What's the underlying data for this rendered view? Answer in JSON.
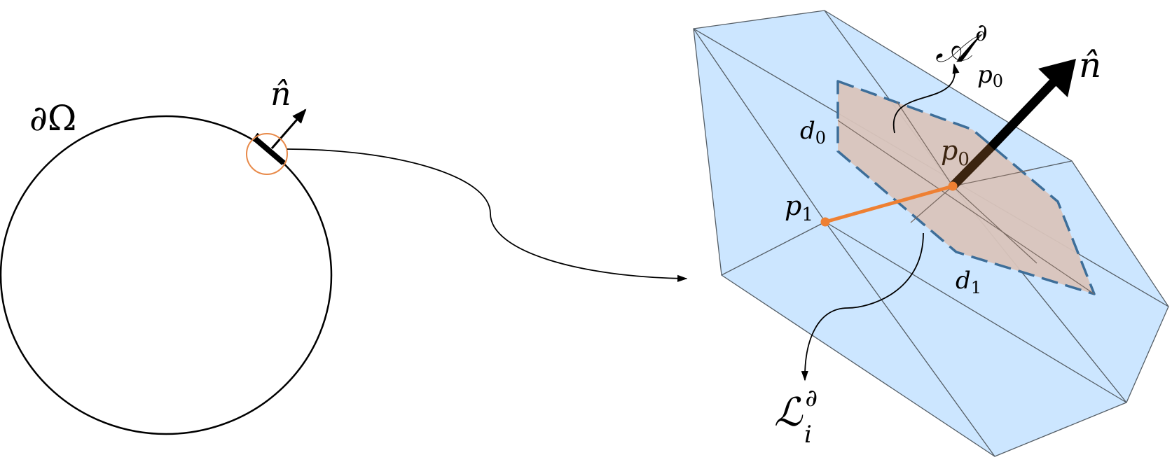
{
  "left_panel": {
    "boundary_label": "∂Ω",
    "normal_label": "n̂"
  },
  "right_panel": {
    "normal_label": "n̂",
    "area_label": {
      "base": "𝒜",
      "sup": "∂",
      "sub": "p",
      "sub_index": "0"
    },
    "line_label": {
      "base": "ℒ",
      "sup": "∂",
      "sub": "i"
    },
    "point_p0": {
      "base": "p",
      "index": "0"
    },
    "point_p1": {
      "base": "p",
      "index": "1"
    },
    "dist_d0": {
      "base": "d",
      "index": "0"
    },
    "dist_d1": {
      "base": "d",
      "index": "1"
    }
  },
  "colors": {
    "mesh_fill": "#cce6ff",
    "mesh_edge": "#555e66",
    "patch_fill": "#d9c4bc",
    "patch_border": "#3d6e99",
    "segment": "#ee8033",
    "highlight_circle": "#e88a4a",
    "normal_dark": "#3b2410",
    "ink": "#000000"
  }
}
